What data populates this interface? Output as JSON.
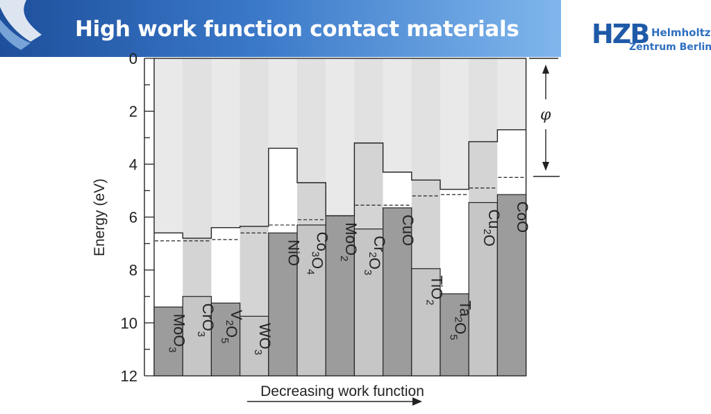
{
  "slide": {
    "title": "High work function contact materials",
    "logo": {
      "mark": "HZB",
      "line1": "Helmholtz",
      "line2": "Zentrum Berlin"
    }
  },
  "colors": {
    "banner_dark": "#1d4f9c",
    "banner_light": "#7fb6ec",
    "title_text": "#ffffff",
    "logo_blue": "#1f5aa8",
    "conduction_band": "#e4e4e4",
    "valence_band_dark": "#9c9c9c",
    "valence_band_light": "#c6c6c6",
    "column_stripe": "#d4d4d4"
  },
  "chart_data": {
    "type": "bar",
    "xlabel": "Decreasing work function",
    "ylabel": "Energy (eV)",
    "ylim": [
      0,
      12
    ],
    "y_inverted": true,
    "yticks": [
      0,
      2,
      4,
      6,
      8,
      10,
      12
    ],
    "grid": false,
    "legend": "none",
    "annotation": "φ",
    "categories": [
      {
        "name": "MoO",
        "sub": "3",
        "parts": [
          [
            "MoO",
            ""
          ],
          [
            "3",
            "sub"
          ]
        ]
      },
      {
        "name": "CrO",
        "sub": "3",
        "parts": [
          [
            "CrO",
            ""
          ],
          [
            "3",
            "sub"
          ]
        ]
      },
      {
        "name": "V2O5",
        "parts": [
          [
            "V",
            ""
          ],
          [
            "2",
            "sub"
          ],
          [
            "O",
            ""
          ],
          [
            "5",
            "sub"
          ]
        ]
      },
      {
        "name": "WO3",
        "parts": [
          [
            "WO",
            ""
          ],
          [
            "3",
            "sub"
          ]
        ]
      },
      {
        "name": "NiO",
        "parts": [
          [
            "NiO",
            ""
          ]
        ]
      },
      {
        "name": "Co3O4",
        "parts": [
          [
            "Co",
            ""
          ],
          [
            "3",
            "sub"
          ],
          [
            "O",
            ""
          ],
          [
            "4",
            "sub"
          ]
        ]
      },
      {
        "name": "MoO2",
        "parts": [
          [
            "MoO",
            ""
          ],
          [
            "2",
            "sub"
          ]
        ]
      },
      {
        "name": "Cr2O3",
        "parts": [
          [
            "Cr",
            ""
          ],
          [
            "2",
            "sub"
          ],
          [
            "O",
            ""
          ],
          [
            "3",
            "sub"
          ]
        ]
      },
      {
        "name": "CuO",
        "parts": [
          [
            "CuO",
            ""
          ]
        ]
      },
      {
        "name": "TiO2",
        "parts": [
          [
            "TiO",
            ""
          ],
          [
            "2",
            "sub"
          ]
        ]
      },
      {
        "name": "Ta2O5",
        "parts": [
          [
            "Ta",
            ""
          ],
          [
            "2",
            "sub"
          ],
          [
            "O",
            ""
          ],
          [
            "5",
            "sub"
          ]
        ]
      },
      {
        "name": "Cu2O",
        "parts": [
          [
            "Cu",
            ""
          ],
          [
            "2",
            "sub"
          ],
          [
            "O",
            ""
          ]
        ]
      },
      {
        "name": "CoO",
        "parts": [
          [
            "CoO",
            ""
          ]
        ]
      }
    ],
    "series": [
      {
        "name": "",
        "role": "conduction_band_minimum",
        "values": [
          6.6,
          6.8,
          6.4,
          6.35,
          3.4,
          4.7,
          5.95,
          3.2,
          4.3,
          4.6,
          4.95,
          3.15,
          2.7
        ]
      },
      {
        "name": "",
        "role": "valence_band_maximum",
        "values": [
          9.4,
          9.0,
          9.25,
          9.75,
          6.6,
          6.3,
          5.95,
          6.45,
          5.65,
          7.95,
          8.9,
          5.45,
          5.15
        ]
      },
      {
        "name": "",
        "role": "work_function",
        "values": [
          6.9,
          6.9,
          6.85,
          6.6,
          6.3,
          6.1,
          5.95,
          5.55,
          5.55,
          5.2,
          5.15,
          4.9,
          4.5
        ]
      }
    ]
  }
}
